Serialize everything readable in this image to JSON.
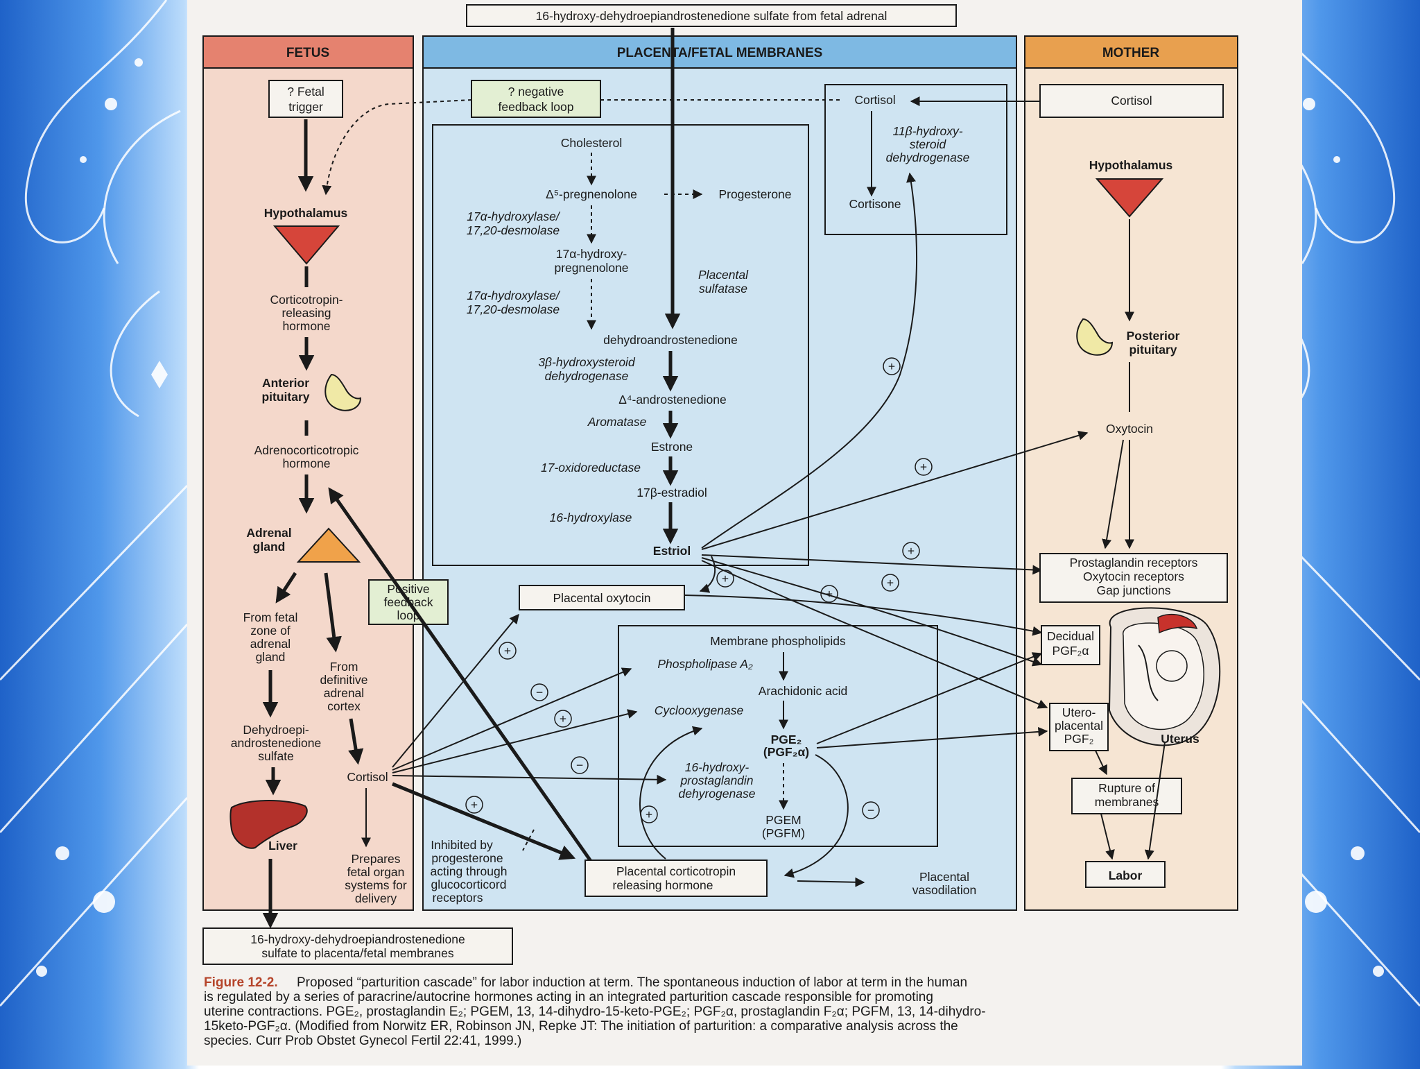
{
  "slide": {
    "accent_left": "#1f62c8",
    "accent_right": "#1f62c8"
  },
  "top_box": "16-hydroxy-dehydroepiandrostenedione sulfate from fetal adrenal",
  "columns": {
    "fetus": "FETUS",
    "placenta": "PLACENTA/FETAL MEMBRANES",
    "mother": "MOTHER"
  },
  "colors": {
    "fetus_header": "#e5826f",
    "placenta_header": "#7eb9e3",
    "mother_header": "#e8a04f",
    "fetus_bg": "#f4d8cb",
    "placenta_bg": "#cfe4f2",
    "mother_bg": "#f6e5d3"
  },
  "fetus": {
    "trigger": [
      "? Fetal",
      "trigger"
    ],
    "hypothalamus": "Hypothalamus",
    "crh": [
      "Corticotropin-",
      "releasing",
      "hormone"
    ],
    "anterior_pituitary": [
      "Anterior",
      "pituitary"
    ],
    "acth": [
      "Adrenocorticotropic",
      "hormone"
    ],
    "adrenal": [
      "Adrenal",
      "gland"
    ],
    "fetal_zone": [
      "From fetal",
      "zone of",
      "adrenal",
      "gland"
    ],
    "definitive": [
      "From",
      "definitive",
      "adrenal",
      "cortex"
    ],
    "dheas": [
      "Dehydroepi-",
      "androstenedione",
      "sulfate"
    ],
    "cortisol": "Cortisol",
    "liver": "Liver",
    "prepares": [
      "Prepares",
      "fetal organ",
      "systems for",
      "delivery"
    ],
    "positive_feedback": [
      "Positive",
      "feedback",
      "loop"
    ]
  },
  "placenta": {
    "negative_feedback": [
      "? negative",
      "feedback loop"
    ],
    "cortisol": "Cortisol",
    "hsd11": [
      "11β-hydroxy-",
      "steroid",
      "dehydrogenase"
    ],
    "cortisone": "Cortisone",
    "cholesterol": "Cholesterol",
    "pregnenolone": "Δ⁵-pregnenolone",
    "progesterone": "Progesterone",
    "enzyme1": [
      "17α-hydroxylase/",
      "17,20-desmolase"
    ],
    "hydroxypreg": [
      "17α-hydroxy-",
      "pregnenolone"
    ],
    "sulfatase": [
      "Placental",
      "sulfatase"
    ],
    "enzyme2": [
      "17α-hydroxylase/",
      "17,20-desmolase"
    ],
    "dhea": "dehydroandrostenedione",
    "hsd3": [
      "3β-hydroxysteroid",
      "dehydrogenase"
    ],
    "androstenedione": "Δ⁴-androstenedione",
    "aromatase": "Aromatase",
    "estrone": "Estrone",
    "oxidoreductase": "17-oxidoreductase",
    "estradiol": "17β-estradiol",
    "hydroxylase16": "16-hydroxylase",
    "estriol": "Estriol",
    "oxytocin": "Placental oxytocin",
    "phospholipids": "Membrane phospholipids",
    "pla2": "Phospholipase A₂",
    "arachidonic": "Arachidonic acid",
    "cox": "Cyclooxygenase",
    "pge2": [
      "PGE₂",
      "(PGF₂α)"
    ],
    "pgdh": [
      "16-hydroxy-",
      "prostaglandin",
      "dehyrogenase"
    ],
    "pgem": [
      "PGEM",
      "(PGFM)"
    ],
    "inhibited": [
      "Inhibited by",
      "progesterone",
      "acting through",
      "glucocorticord",
      "receptors"
    ],
    "pcrh": [
      "Placental corticotropin",
      "releasing hormone"
    ],
    "vasodilation": [
      "Placental",
      "vasodilation"
    ]
  },
  "mother": {
    "cortisol": "Cortisol",
    "hypothalamus": "Hypothalamus",
    "posterior_pituitary": [
      "Posterior",
      "pituitary"
    ],
    "oxytocin": "Oxytocin",
    "receptors": [
      "Prostaglandin receptors",
      "Oxytocin receptors",
      "Gap junctions"
    ],
    "decidual": [
      "Decidual",
      "PGF₂α"
    ],
    "uteroplacental": [
      "Utero-",
      "placental",
      "PGF₂"
    ],
    "uterus": "Uterus",
    "rupture": [
      "Rupture of",
      "membranes"
    ],
    "labor": "Labor"
  },
  "signs": {
    "plus": "+",
    "minus": "−"
  },
  "bottom_box": [
    "16-hydroxy-dehydroepiandrostenedione",
    "sulfate to placenta/fetal membranes"
  ],
  "caption": {
    "figure_label": "Figure 12-2.",
    "lines": [
      "Proposed “parturition cascade” for labor induction at term. The spontaneous induction of labor at term in the human",
      "is regulated by a series of paracrine/autocrine hormones acting in an integrated parturition cascade responsible for promoting",
      "uterine contractions. PGE₂, prostaglandin E₂; PGEM, 13, 14-dihydro-15-keto-PGE₂; PGF₂α, prostaglandin F₂α; PGFM, 13, 14-dihydro-",
      "15keto-PGF₂α. (Modified from Norwitz ER, Robinson JN, Repke JT: The initiation of parturition: a comparative analysis across the",
      "species. Curr Prob Obstet Gynecol Fertil 22:41, 1999.)"
    ]
  }
}
